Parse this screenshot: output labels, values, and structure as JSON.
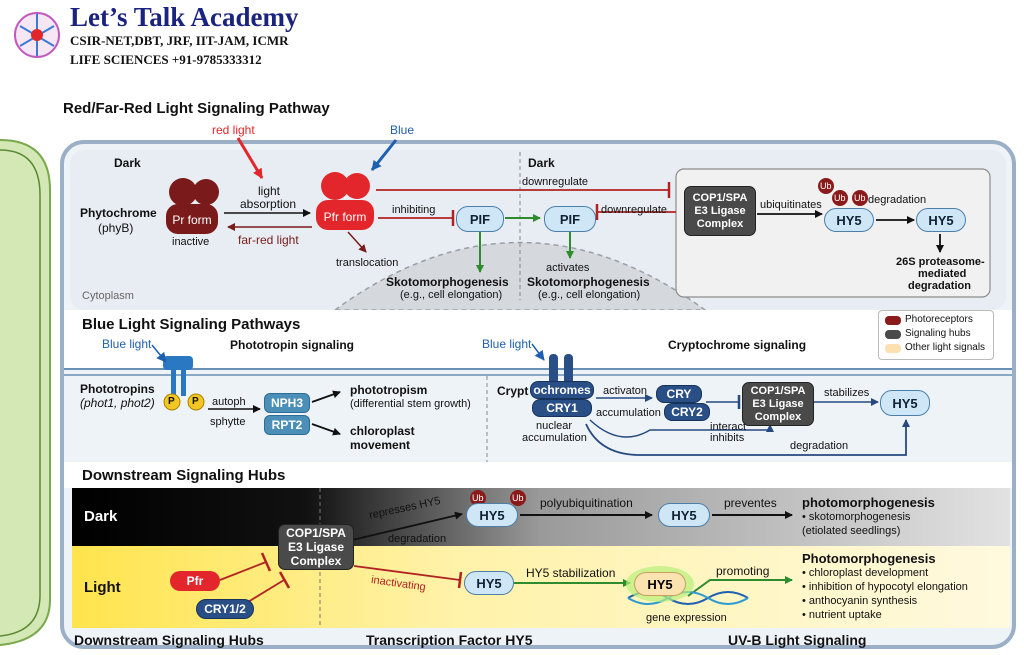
{
  "brand": {
    "name": "Let’s Talk Academy",
    "line1": "CSIR-NET,DBT, JRF, IIT-JAM, ICMR",
    "line2": "LIFE SCIENCES  +91-9785333312"
  },
  "section1": {
    "title": "Red/Far-Red Light Signaling Pathway",
    "red_light": "red light",
    "blue": "Blue",
    "dark_left": "Dark",
    "dark_right": "Dark",
    "phytochrome": "Phytochrome",
    "phyb": "(phyB)",
    "pr_form": "Pr form",
    "inactive": "inactive",
    "light_absorption_1": "light",
    "light_absorption_2": "absorption",
    "far_red_light": "far-red light",
    "pfr_form": "Pfr form",
    "translocation": "translocation",
    "inhibiting": "inhibiting",
    "pif_1": "PIF",
    "pif_2": "PIF",
    "downregulate_top": "downregulate",
    "downregulate_mid": "downregulate",
    "skoto_1": "Skotomorphogenesis",
    "skoto_1_sub": "(e.g., cell elongation)",
    "activates": "activates",
    "skoto_2": "Skotomorphogenesis",
    "skoto_2_sub": "(e.g., cell elongation)",
    "cop1_line1": "COP1/SPA",
    "cop1_line2": "E3 Ligase",
    "cop1_line3": "Complex",
    "ubiquitinates": "ubiquitinates",
    "hy5_a": "HY5",
    "hy5_b": "HY5",
    "degradation": "degradation",
    "ub": "Ub",
    "proteasome_1": "26S proteasome-",
    "proteasome_2": "mediated",
    "proteasome_3": "degradation",
    "cytoplasm": "Cytoplasm"
  },
  "section2": {
    "title": "Blue Light Signaling Pathways",
    "blue_light_left": "Blue light",
    "phototropin_signaling": "Phototropin signaling",
    "blue_light_right": "Blue light",
    "cryptochrome_signaling": "Cryptochrome signaling",
    "legend": [
      {
        "label": "Photoreceptors",
        "color": "#8b1a1a"
      },
      {
        "label": "Signaling hubs",
        "color": "#4a4a4a"
      },
      {
        "label": "Other light signals",
        "color": "#fde0b0"
      }
    ],
    "phototropins": "Phototropins",
    "phot_names": "(phot1, phot2)",
    "p": "P",
    "autoph": "autoph",
    "sphytte": "sphytte",
    "nph3": "NPH3",
    "rpt2": "RPT2",
    "phototropism": "phototropism",
    "phototropism_sub": "(differential stem growth)",
    "chloroplast_1": "chloroplast",
    "chloroplast_2": "movement",
    "crypto_prefix": "Crypt",
    "ochromes": "ochromes",
    "cry1": "CRY1",
    "nuclear_1": "nuclear",
    "nuclear_2": "accumulation",
    "activaton": "activaton",
    "accumulation": "accumulation",
    "cry": "CRY",
    "cry2": "CRY2",
    "interact_1": "interact",
    "interact_2": "inhibits",
    "cop1_line1": "COP1/SPA",
    "cop1_line2": "E3 Ligase",
    "cop1_line3": "Complex",
    "stabilizes": "stabilizes",
    "hy5": "HY5",
    "degradation": "degradation"
  },
  "section3": {
    "title": "Downstream Signaling Hubs",
    "dark": "Dark",
    "light": "Light",
    "cop1_line1": "COP1/SPA",
    "cop1_line2": "E3 Ligase",
    "cop1_line3": "Complex",
    "represses": "represses HY5",
    "degradation": "degradation",
    "ub": "Ub",
    "hy5_1": "HY5",
    "polyubiquitination": "polyubiquitination",
    "hy5_2": "HY5",
    "preventes": "preventes",
    "photomorpho_dark": "photomorphogenesis",
    "dark_effects": [
      "• skotomorphogenesis",
      "(etiolated seedlings)"
    ],
    "pfr": "Pfr",
    "cry12": "CRY1/2",
    "inactivating": "inactivating",
    "hy5_3": "HY5",
    "hy5_stabilization": "HY5 stabilization",
    "hy5_4": "HY5",
    "gene_expression": "gene expression",
    "promoting": "promoting",
    "photomorpho_light": "Photomorphogenesis",
    "light_effects": [
      "• chloroplast development",
      "• inhibition of hypocotyl elongation",
      "• anthocyanin synthesis",
      "• nutrient uptake"
    ]
  },
  "footer": {
    "left": "Downstream Signaling Hubs",
    "center": "Transcription Factor HY5",
    "right": "UV-B Light Signaling"
  }
}
